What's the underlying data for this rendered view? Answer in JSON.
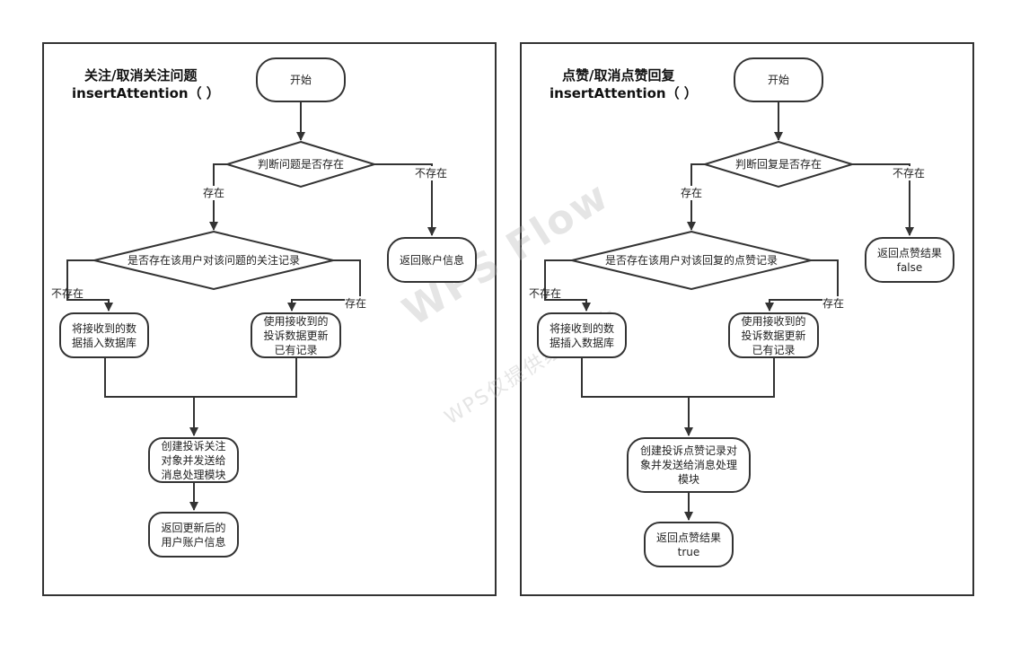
{
  "watermark": {
    "main": "WPS Flow",
    "sub": "WPS仅提供绘图能力"
  },
  "left_panel": {
    "title_line1": "关注/取消关注问题",
    "title_line2": "insertAttention（ ）",
    "start": "开始",
    "check_exists": "判断问题是否存在",
    "not_exists_label": "不存在",
    "exists_label": "存在",
    "return_account": "返回账户信息",
    "check_record": "是否存在该用户对该问题的关注记录",
    "no_record_label": "不存在",
    "has_record_label": "存在",
    "insert_line1": "将接收到的数",
    "insert_line2": "据插入数据库",
    "update_line1": "使用接收到的",
    "update_line2": "投诉数据更新",
    "update_line3": "已有记录",
    "create_line1": "创建投诉关注",
    "create_line2": "对象并发送给",
    "create_line3": "消息处理模块",
    "return_line1": "返回更新后的",
    "return_line2": "用户账户信息"
  },
  "right_panel": {
    "title_line1": "点赞/取消点赞回复",
    "title_line2": "insertAttention（ ）",
    "start": "开始",
    "check_exists": "判断回复是否存在",
    "not_exists_label": "不存在",
    "exists_label": "存在",
    "return_false_line1": "返回点赞结果",
    "return_false_line2": "false",
    "check_record": "是否存在该用户对该回复的点赞记录",
    "no_record_label": "不存在",
    "has_record_label": "存在",
    "insert_line1": "将接收到的数",
    "insert_line2": "据插入数据库",
    "update_line1": "使用接收到的",
    "update_line2": "投诉数据更新",
    "update_line3": "已有记录",
    "create_line1": "创建投诉点赞记录对",
    "create_line2": "象并发送给消息处理",
    "create_line3": "模块",
    "return_true_line1": "返回点赞结果",
    "return_true_line2": "true"
  }
}
